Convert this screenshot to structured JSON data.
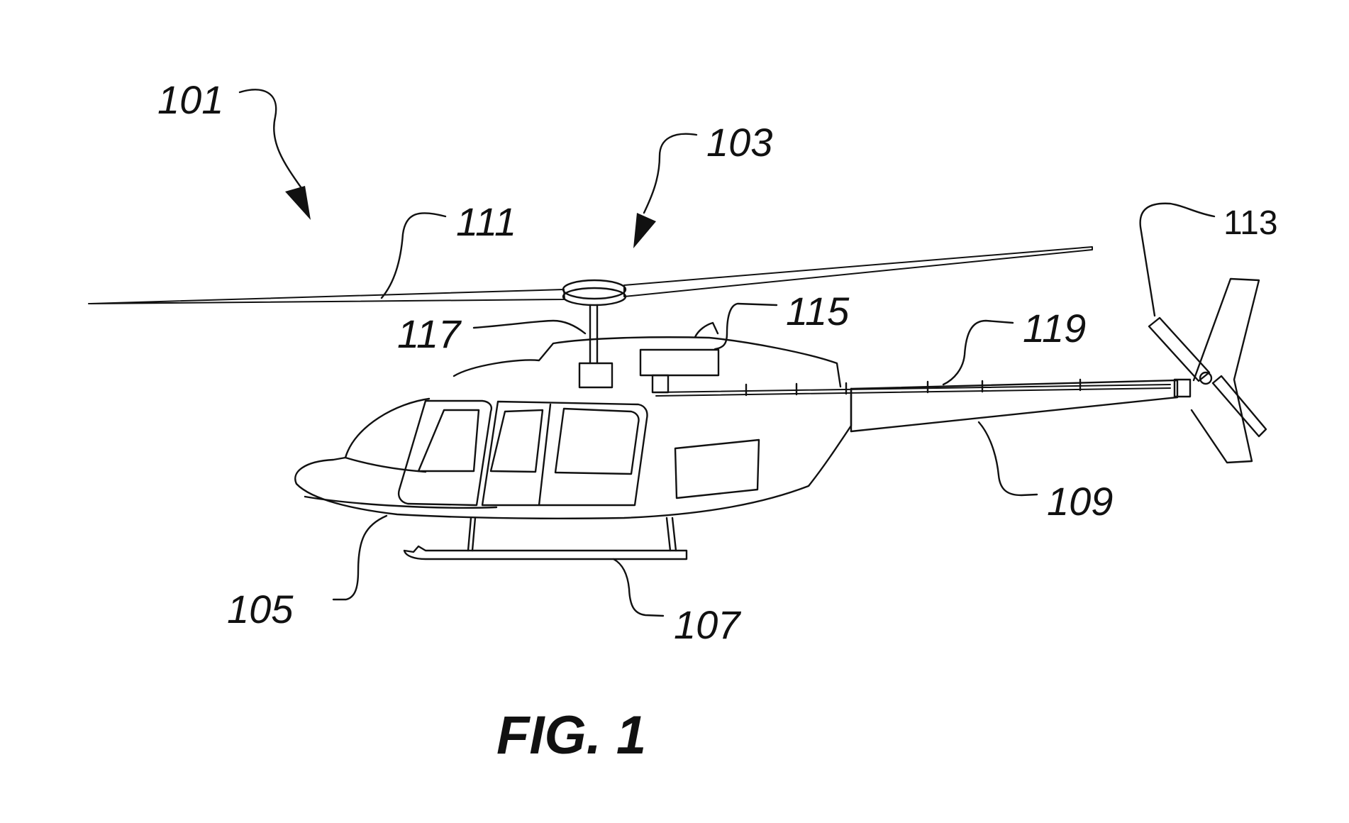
{
  "figure": {
    "caption": "FIG. 1",
    "labels": {
      "ref_101": "101",
      "ref_103": "103",
      "ref_105": "105",
      "ref_107": "107",
      "ref_109": "109",
      "ref_111": "111",
      "ref_113": "113",
      "ref_115": "115",
      "ref_117": "117",
      "ref_119": "119"
    }
  }
}
